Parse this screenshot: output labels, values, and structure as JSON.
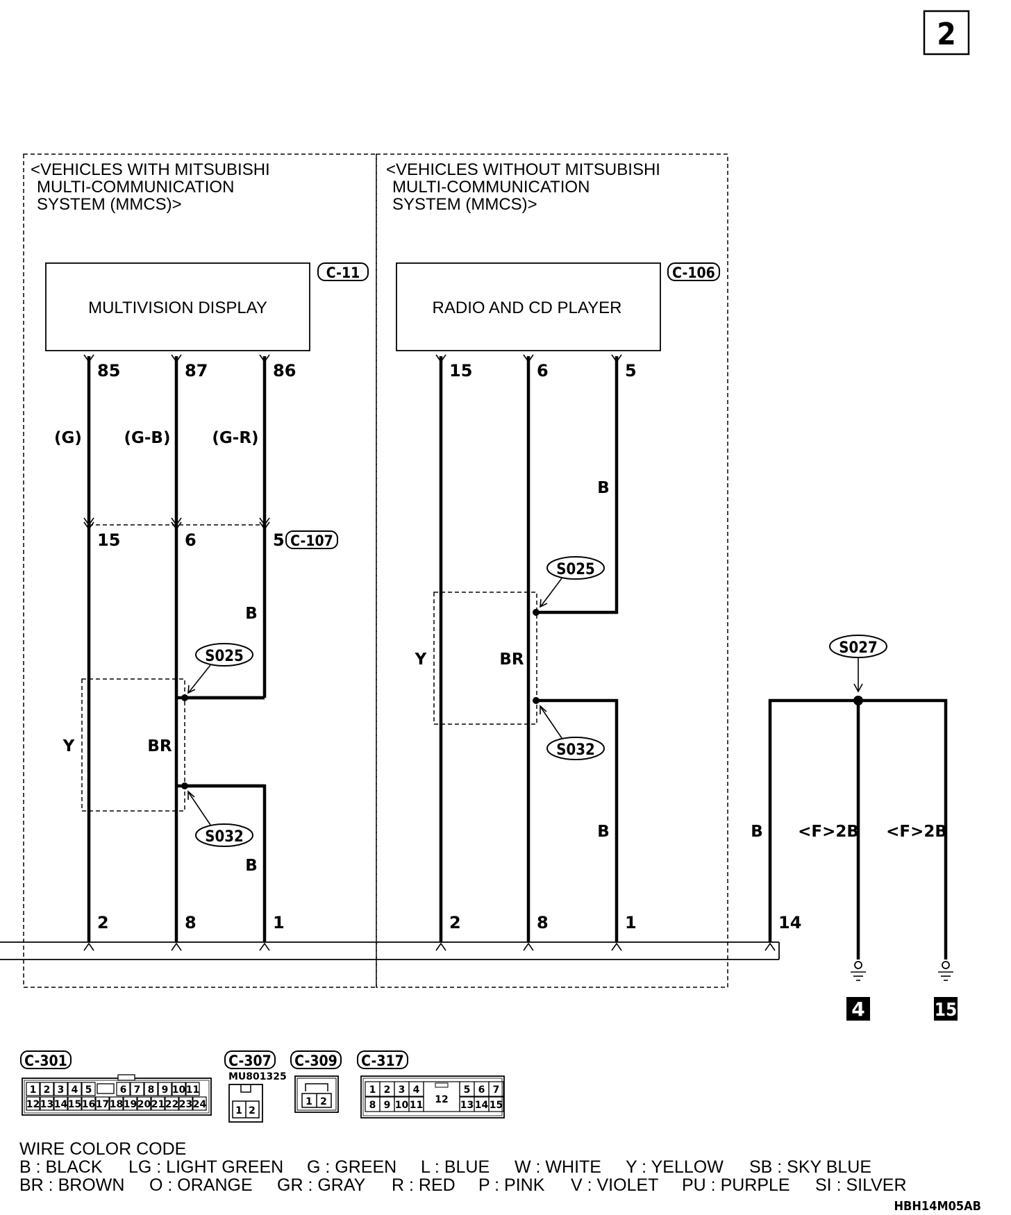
{
  "page_number": "2",
  "sections": {
    "left_title": [
      "<VEHICLES WITH MITSUBISHI",
      "MULTI-COMMUNICATION",
      "SYSTEM (MMCS)>"
    ],
    "right_title": [
      "<VEHICLES WITHOUT MITSUBISHI",
      "MULTI-COMMUNICATION",
      "SYSTEM (MMCS)>"
    ]
  },
  "components": {
    "multivision_display": "MULTIVISION DISPLAY",
    "multivision_connector": "C-11",
    "radio_cd_player": "RADIO AND CD PLAYER",
    "radio_connector": "C-106",
    "intermediate_connector": "C-107"
  },
  "pins": {
    "mv_top": [
      "85",
      "87",
      "86"
    ],
    "mv_mid": [
      "15",
      "6",
      "5"
    ],
    "mv_bottom": [
      "2",
      "8",
      "1"
    ],
    "radio_top": [
      "15",
      "6",
      "5"
    ],
    "radio_bottom": [
      "2",
      "8",
      "1"
    ],
    "ground_bottom": "14"
  },
  "wire_colors": {
    "mv_upper": [
      "(G)",
      "(G-B)",
      "(G-R)"
    ],
    "mv_b_upper": "B",
    "mv_y": "Y",
    "mv_br": "BR",
    "mv_b_lower": "B",
    "radio_b_upper": "B",
    "radio_y": "Y",
    "radio_br": "BR",
    "radio_b_lower": "B",
    "ground_b": "B",
    "ground_f1": "<F>2B",
    "ground_f2": "<F>2B"
  },
  "splices": {
    "mv_s025": "S025",
    "mv_s032": "S032",
    "radio_s025": "S025",
    "radio_s032": "S032",
    "ground_s027": "S027"
  },
  "grounds": [
    "4",
    "15"
  ],
  "connector_views": {
    "c301": {
      "label": "C-301",
      "row1": [
        "1",
        "2",
        "3",
        "4",
        "5",
        "",
        "6",
        "7",
        "8",
        "9",
        "10",
        "11"
      ],
      "row2": [
        "12",
        "13",
        "14",
        "15",
        "16",
        "17",
        "18",
        "19",
        "20",
        "21",
        "22",
        "23",
        "24"
      ]
    },
    "c307": {
      "label": "C-307",
      "part_no": "MU801325",
      "pins": [
        "1",
        "2"
      ]
    },
    "c309": {
      "label": "C-309",
      "pins": [
        "1",
        "2"
      ]
    },
    "c317": {
      "label": "C-317",
      "row1": [
        "1",
        "2",
        "3",
        "4",
        "5",
        "6",
        "7"
      ],
      "row2": [
        "8",
        "9",
        "10",
        "11",
        "13",
        "14",
        "15"
      ],
      "center": "12"
    }
  },
  "wire_color_code": {
    "title": "WIRE COLOR CODE",
    "line1": [
      "B : BLACK",
      "LG : LIGHT GREEN",
      "G : GREEN",
      "L : BLUE",
      "W : WHITE",
      "Y : YELLOW",
      "SB : SKY BLUE"
    ],
    "line2": [
      "BR : BROWN",
      "O : ORANGE",
      "GR : GRAY",
      "R : RED",
      "P : PINK",
      "V : VIOLET",
      "PU : PURPLE",
      "SI : SILVER"
    ]
  },
  "figure_code": "HBH14M05AB"
}
